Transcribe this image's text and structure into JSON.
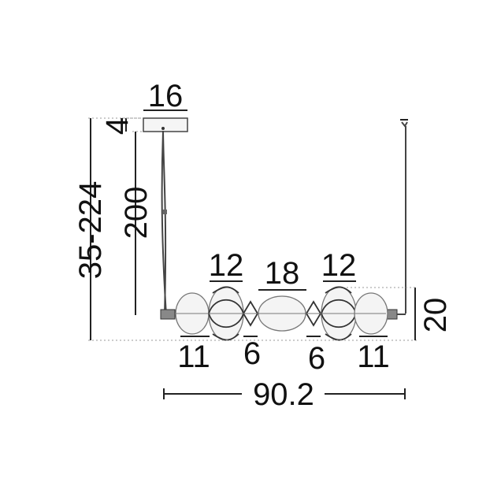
{
  "dimensions": {
    "canopy_width": "16",
    "canopy_height": "4",
    "total_height": "35-224",
    "cable_length": "200",
    "globe_large_left": "12",
    "globe_center": "18",
    "globe_large_right": "12",
    "fixture_height": "20",
    "small_left": "11",
    "connector_left": "6",
    "connector_right": "6",
    "small_right": "11",
    "overall_width": "90.2"
  }
}
